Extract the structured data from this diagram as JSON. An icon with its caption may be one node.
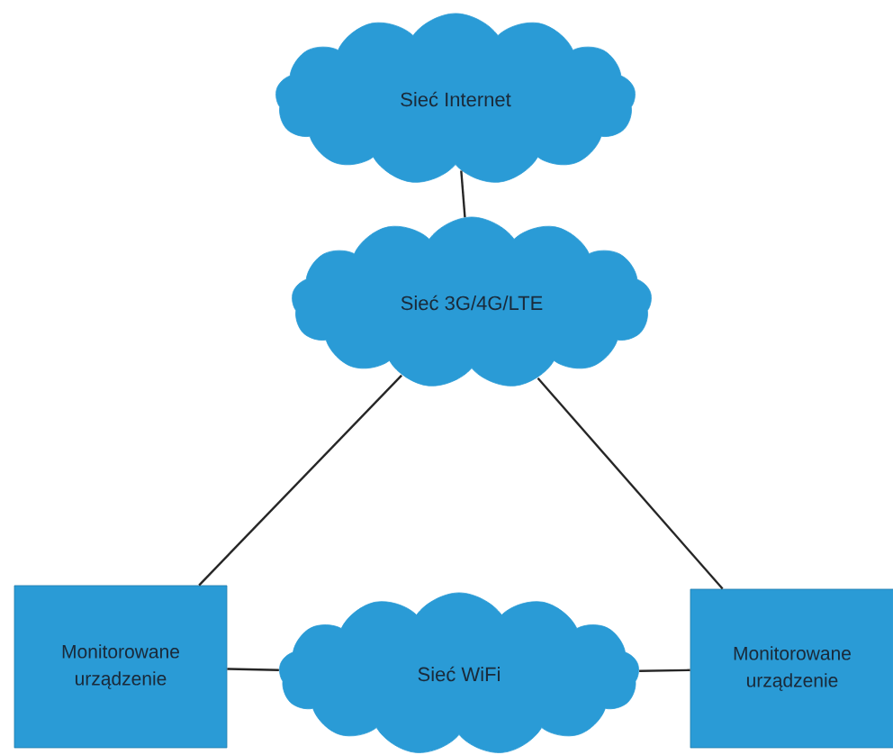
{
  "diagram": {
    "nodes": [
      {
        "text": [
          "Sieć Internet"
        ]
      },
      {
        "text": [
          "Sieć 3G/4G/LTE"
        ]
      },
      {
        "text": [
          "Monitorowane urządzenie"
        ]
      },
      {
        "text": [
          "Sieć WiFi"
        ]
      },
      {
        "text": [
          "Monitorowane urządzenie"
        ]
      }
    ],
    "edges": [
      {
        "from": 0,
        "to": 1,
        "arrow": "none"
      },
      {
        "from": 1,
        "to": 2,
        "arrow": "none"
      },
      {
        "from": 1,
        "to": 4,
        "arrow": "none"
      },
      {
        "from": 2,
        "to": 3,
        "arrow": "none"
      },
      {
        "from": 3,
        "to": 4,
        "arrow": "none"
      }
    ]
  }
}
